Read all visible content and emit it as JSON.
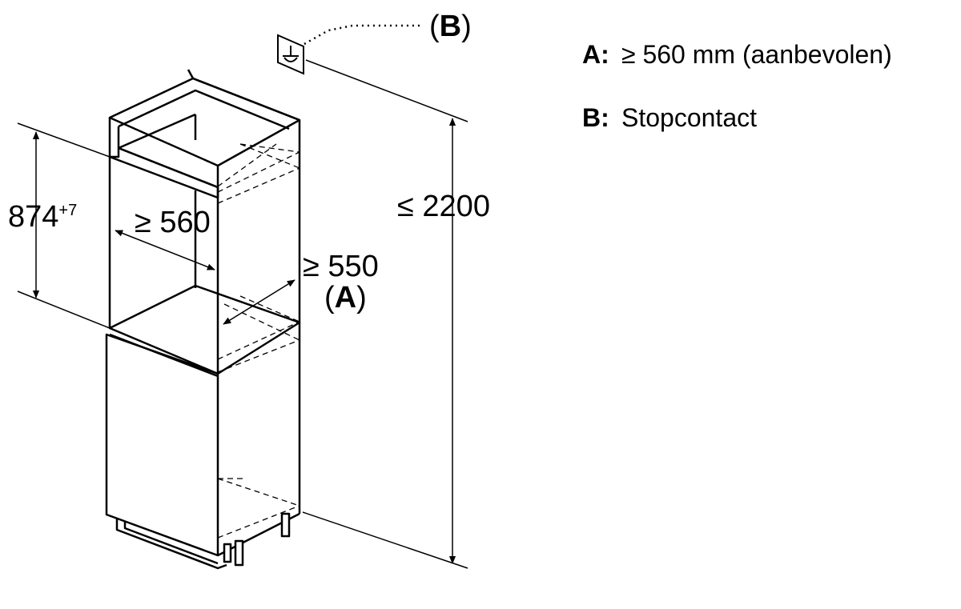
{
  "dimensions": {
    "niche_height": {
      "value": "874",
      "tolerance": "+7"
    },
    "niche_width": "≥ 560",
    "niche_depth": "≥ 550",
    "niche_depth_ref": "(A)",
    "total_height": "≤ 2200",
    "socket_ref": "(B)"
  },
  "legend": [
    {
      "key": "A:",
      "text": "≥ 560 mm (aanbevolen)"
    },
    {
      "key": "B:",
      "text": "Stopcontact"
    }
  ]
}
